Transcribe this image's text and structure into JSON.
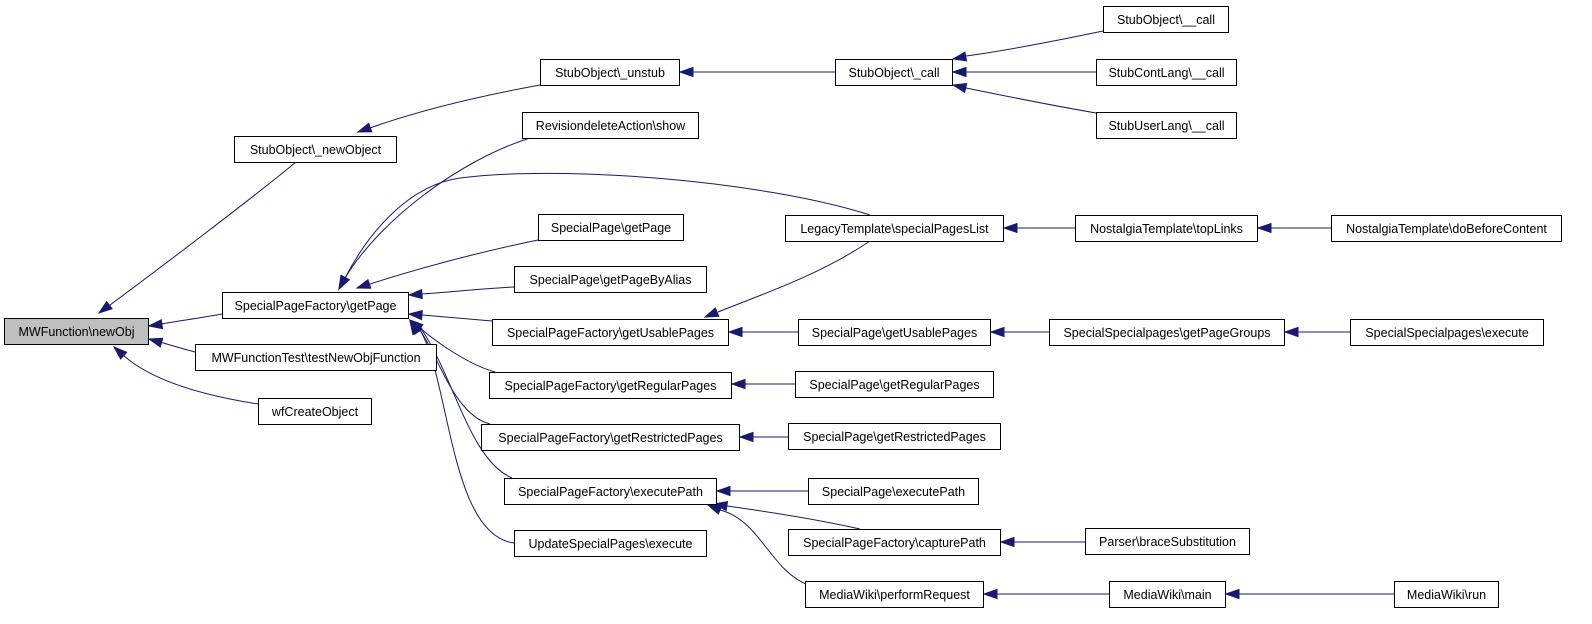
{
  "graph": {
    "nodes": [
      {
        "id": "mwfunction_newobj",
        "label": "MWFunction\\newObj",
        "highlight": true
      },
      {
        "id": "stubobject_newobject",
        "label": "StubObject\\_newObject"
      },
      {
        "id": "specialpagefactory_getpage",
        "label": "SpecialPageFactory\\getPage"
      },
      {
        "id": "mwfunctiontest_testnewobj",
        "label": "MWFunctionTest\\testNewObjFunction"
      },
      {
        "id": "wfcreateobject",
        "label": "wfCreateObject"
      },
      {
        "id": "stubobject_unstub",
        "label": "StubObject\\_unstub"
      },
      {
        "id": "revisiondeleteaction_show",
        "label": "RevisiondeleteAction\\show"
      },
      {
        "id": "specialpage_getpage",
        "label": "SpecialPage\\getPage"
      },
      {
        "id": "specialpage_getpagebyalias",
        "label": "SpecialPage\\getPageByAlias"
      },
      {
        "id": "spf_getusablepages",
        "label": "SpecialPageFactory\\getUsablePages"
      },
      {
        "id": "spf_getregularpages",
        "label": "SpecialPageFactory\\getRegularPages"
      },
      {
        "id": "spf_getrestrictedpages",
        "label": "SpecialPageFactory\\getRestrictedPages"
      },
      {
        "id": "spf_executepath",
        "label": "SpecialPageFactory\\executePath"
      },
      {
        "id": "updatespecialpages_execute",
        "label": "UpdateSpecialPages\\execute"
      },
      {
        "id": "stubobject_call",
        "label": "StubObject\\_call"
      },
      {
        "id": "legacytemplate_specialpageslist",
        "label": "LegacyTemplate\\specialPagesList"
      },
      {
        "id": "specialpage_getusablepages",
        "label": "SpecialPage\\getUsablePages"
      },
      {
        "id": "specialpage_getregularpages",
        "label": "SpecialPage\\getRegularPages"
      },
      {
        "id": "specialpage_getrestrictedpages",
        "label": "SpecialPage\\getRestrictedPages"
      },
      {
        "id": "specialpage_executepath",
        "label": "SpecialPage\\executePath"
      },
      {
        "id": "spf_capturepath",
        "label": "SpecialPageFactory\\capturePath"
      },
      {
        "id": "mediawiki_performrequest",
        "label": "MediaWiki\\performRequest"
      },
      {
        "id": "stubobject___call",
        "label": "StubObject\\__call"
      },
      {
        "id": "stubcontlang___call",
        "label": "StubContLang\\__call"
      },
      {
        "id": "stubuserlang___call",
        "label": "StubUserLang\\__call"
      },
      {
        "id": "nostalgiatemplate_toplinks",
        "label": "NostalgiaTemplate\\topLinks"
      },
      {
        "id": "specialspecialpages_getpagegroups",
        "label": "SpecialSpecialpages\\getPageGroups"
      },
      {
        "id": "parser_bracesubstitution",
        "label": "Parser\\braceSubstitution"
      },
      {
        "id": "mediawiki_main",
        "label": "MediaWiki\\main"
      },
      {
        "id": "nostalgiatemplate_dobeforecontent",
        "label": "NostalgiaTemplate\\doBeforeContent"
      },
      {
        "id": "specialspecialpages_execute",
        "label": "SpecialSpecialpages\\execute"
      },
      {
        "id": "mediawiki_run",
        "label": "MediaWiki\\run"
      }
    ],
    "edges": [
      {
        "from": "stubobject_newobject",
        "to": "mwfunction_newobj"
      },
      {
        "from": "specialpagefactory_getpage",
        "to": "mwfunction_newobj"
      },
      {
        "from": "mwfunctiontest_testnewobj",
        "to": "mwfunction_newobj"
      },
      {
        "from": "wfcreateobject",
        "to": "mwfunction_newobj"
      },
      {
        "from": "stubobject_unstub",
        "to": "stubobject_newobject"
      },
      {
        "from": "stubobject_call",
        "to": "stubobject_unstub"
      },
      {
        "from": "stubobject___call",
        "to": "stubobject_call"
      },
      {
        "from": "stubcontlang___call",
        "to": "stubobject_call"
      },
      {
        "from": "stubuserlang___call",
        "to": "stubobject_call"
      },
      {
        "from": "revisiondeleteaction_show",
        "to": "specialpagefactory_getpage"
      },
      {
        "from": "legacytemplate_specialpageslist",
        "to": "specialpagefactory_getpage"
      },
      {
        "from": "specialpage_getpage",
        "to": "specialpagefactory_getpage"
      },
      {
        "from": "specialpage_getpagebyalias",
        "to": "specialpagefactory_getpage"
      },
      {
        "from": "spf_getusablepages",
        "to": "specialpagefactory_getpage"
      },
      {
        "from": "spf_getregularpages",
        "to": "specialpagefactory_getpage"
      },
      {
        "from": "spf_getrestrictedpages",
        "to": "specialpagefactory_getpage"
      },
      {
        "from": "spf_executepath",
        "to": "specialpagefactory_getpage"
      },
      {
        "from": "updatespecialpages_execute",
        "to": "specialpagefactory_getpage"
      },
      {
        "from": "legacytemplate_specialpageslist",
        "to": "spf_getusablepages"
      },
      {
        "from": "specialpage_getusablepages",
        "to": "spf_getusablepages"
      },
      {
        "from": "specialpage_getregularpages",
        "to": "spf_getregularpages"
      },
      {
        "from": "specialpage_getrestrictedpages",
        "to": "spf_getrestrictedpages"
      },
      {
        "from": "specialpage_executepath",
        "to": "spf_executepath"
      },
      {
        "from": "spf_capturepath",
        "to": "spf_executepath"
      },
      {
        "from": "mediawiki_performrequest",
        "to": "spf_executepath"
      },
      {
        "from": "nostalgiatemplate_toplinks",
        "to": "legacytemplate_specialpageslist"
      },
      {
        "from": "nostalgiatemplate_dobeforecontent",
        "to": "nostalgiatemplate_toplinks"
      },
      {
        "from": "specialspecialpages_getpagegroups",
        "to": "specialpage_getusablepages"
      },
      {
        "from": "specialspecialpages_execute",
        "to": "specialspecialpages_getpagegroups"
      },
      {
        "from": "parser_bracesubstitution",
        "to": "spf_capturepath"
      },
      {
        "from": "mediawiki_main",
        "to": "mediawiki_performrequest"
      },
      {
        "from": "mediawiki_run",
        "to": "mediawiki_main"
      }
    ],
    "colors": {
      "edge": "#191970",
      "node_border": "#000000",
      "node_fill": "#ffffff",
      "highlight_fill": "#bfbfbf"
    }
  }
}
